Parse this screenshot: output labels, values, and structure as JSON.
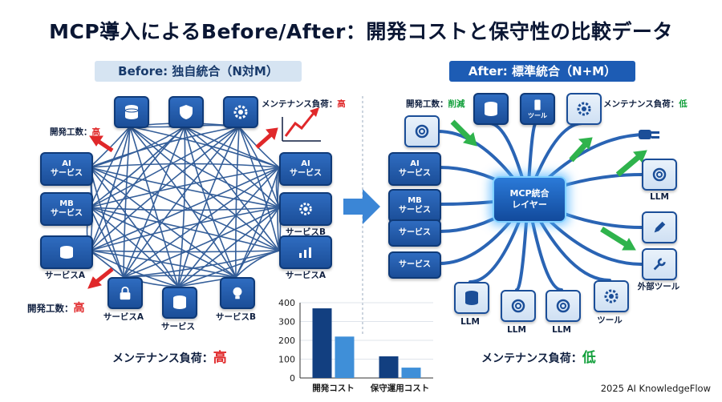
{
  "title": "MCP導入によるBefore/After：開発コストと保守性の比較データ",
  "before": {
    "label": "Before: 独自統合（N対M）",
    "dev_effort_prefix": "開発工数：",
    "dev_effort_value": "高",
    "maint_prefix": "メンテナンス負荷：",
    "maint_value": "高",
    "left_services": [
      {
        "l1": "AI",
        "l2": "サービス"
      },
      {
        "l1": "MB",
        "l2": "サービス"
      },
      {
        "l1": "",
        "l2": "サービスA"
      }
    ],
    "right_services": [
      {
        "l1": "AI",
        "l2": "サービス"
      },
      {
        "l1": "",
        "l2": "サービスB"
      },
      {
        "l1": "",
        "l2": "サービスA"
      }
    ],
    "bottom_services": [
      "サービスA",
      "サービス",
      "サービスB"
    ]
  },
  "after": {
    "label": "After: 標準統合（N+M）",
    "dev_effort_prefix": "開発工数：",
    "dev_effort_value": "削減",
    "maint_prefix": "メンテナンス負荷：",
    "maint_value": "低",
    "hub_l1": "MCP統合",
    "hub_l2": "レイヤー",
    "left_boxes": [
      {
        "l1": "AI",
        "l2": "サービス"
      },
      {
        "l1": "MB",
        "l2": "サービス"
      },
      {
        "l1": "",
        "l2": "サービス"
      },
      {
        "l1": "",
        "l2": "サービス"
      }
    ],
    "top_tool_label": "ツール",
    "right_labels": [
      "LLM",
      "外部ツール"
    ],
    "bottom_labels": [
      "LLM",
      "LLM",
      "LLM",
      "ツール"
    ]
  },
  "chart_data": {
    "type": "bar",
    "categories": [
      "開発コスト",
      "保守運用コスト"
    ],
    "series": [
      {
        "values": [
          370,
          115
        ],
        "color": "#123f80"
      },
      {
        "values": [
          220,
          55
        ],
        "color": "#3f8fd8"
      }
    ],
    "ylim": [
      0,
      400
    ],
    "yticks": [
      0,
      100,
      200,
      300,
      400
    ]
  },
  "footer": "2025 AI KnowledgeFlow",
  "colors": {
    "primary": "#1b4e98",
    "red": "#e0282a",
    "green": "#13a03c",
    "glow": "#7fd0ff"
  }
}
